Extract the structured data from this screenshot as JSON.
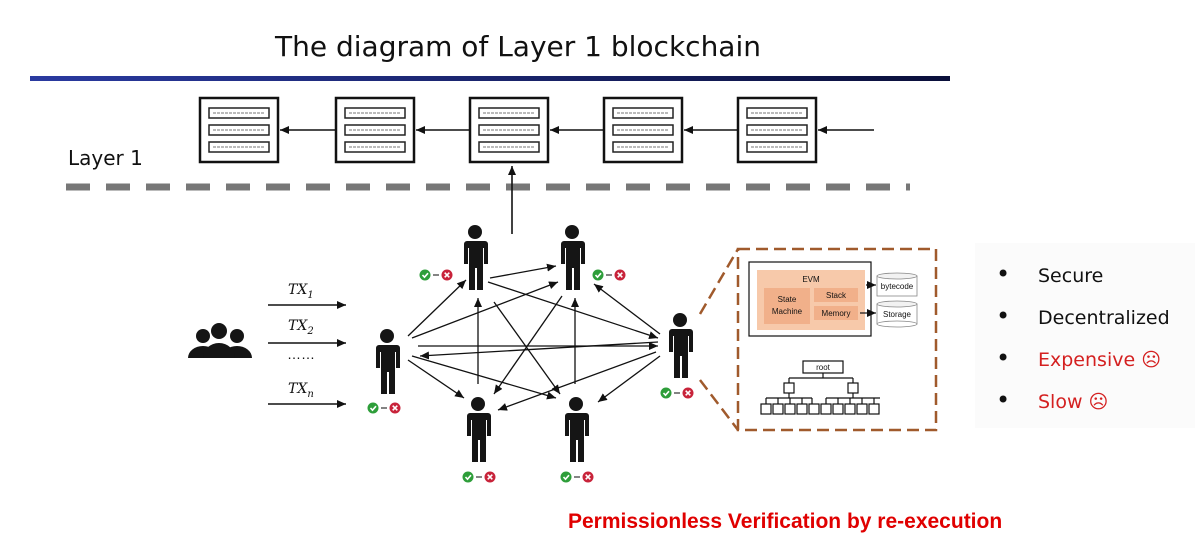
{
  "title": "The diagram of Layer 1 blockchain",
  "layer_label": "Layer 1",
  "transactions": [
    {
      "base": "TX",
      "sub": "1"
    },
    {
      "base": "TX",
      "sub": "2"
    },
    {
      "dots": "……"
    },
    {
      "base": "TX",
      "sub": "n"
    }
  ],
  "evm_panel": {
    "evm_label": "EVM",
    "state_machine_label": "State Machine",
    "stack_label": "Stack",
    "memory_label": "Memory",
    "bytecode_label": "bytecode",
    "storage_label": "Storage",
    "root_label": "root"
  },
  "bullets": [
    {
      "text": "Secure",
      "color": "#111111"
    },
    {
      "text": "Decentralized",
      "color": "#111111"
    },
    {
      "text": "Expensive ☹",
      "color": "#d42020"
    },
    {
      "text": "Slow ☹",
      "color": "#d42020"
    }
  ],
  "footer": "Permissionless Verification by re-execution",
  "colors": {
    "title_rule": "#1f2f8f",
    "dashed_line": "#777777",
    "node_figure": "#151515",
    "check": "#2e9e3a",
    "cross": "#c8233a",
    "panel_border": "#a05a2c",
    "panel_fill": "#f7c9aa",
    "panel_inner": "#f1b08a"
  }
}
